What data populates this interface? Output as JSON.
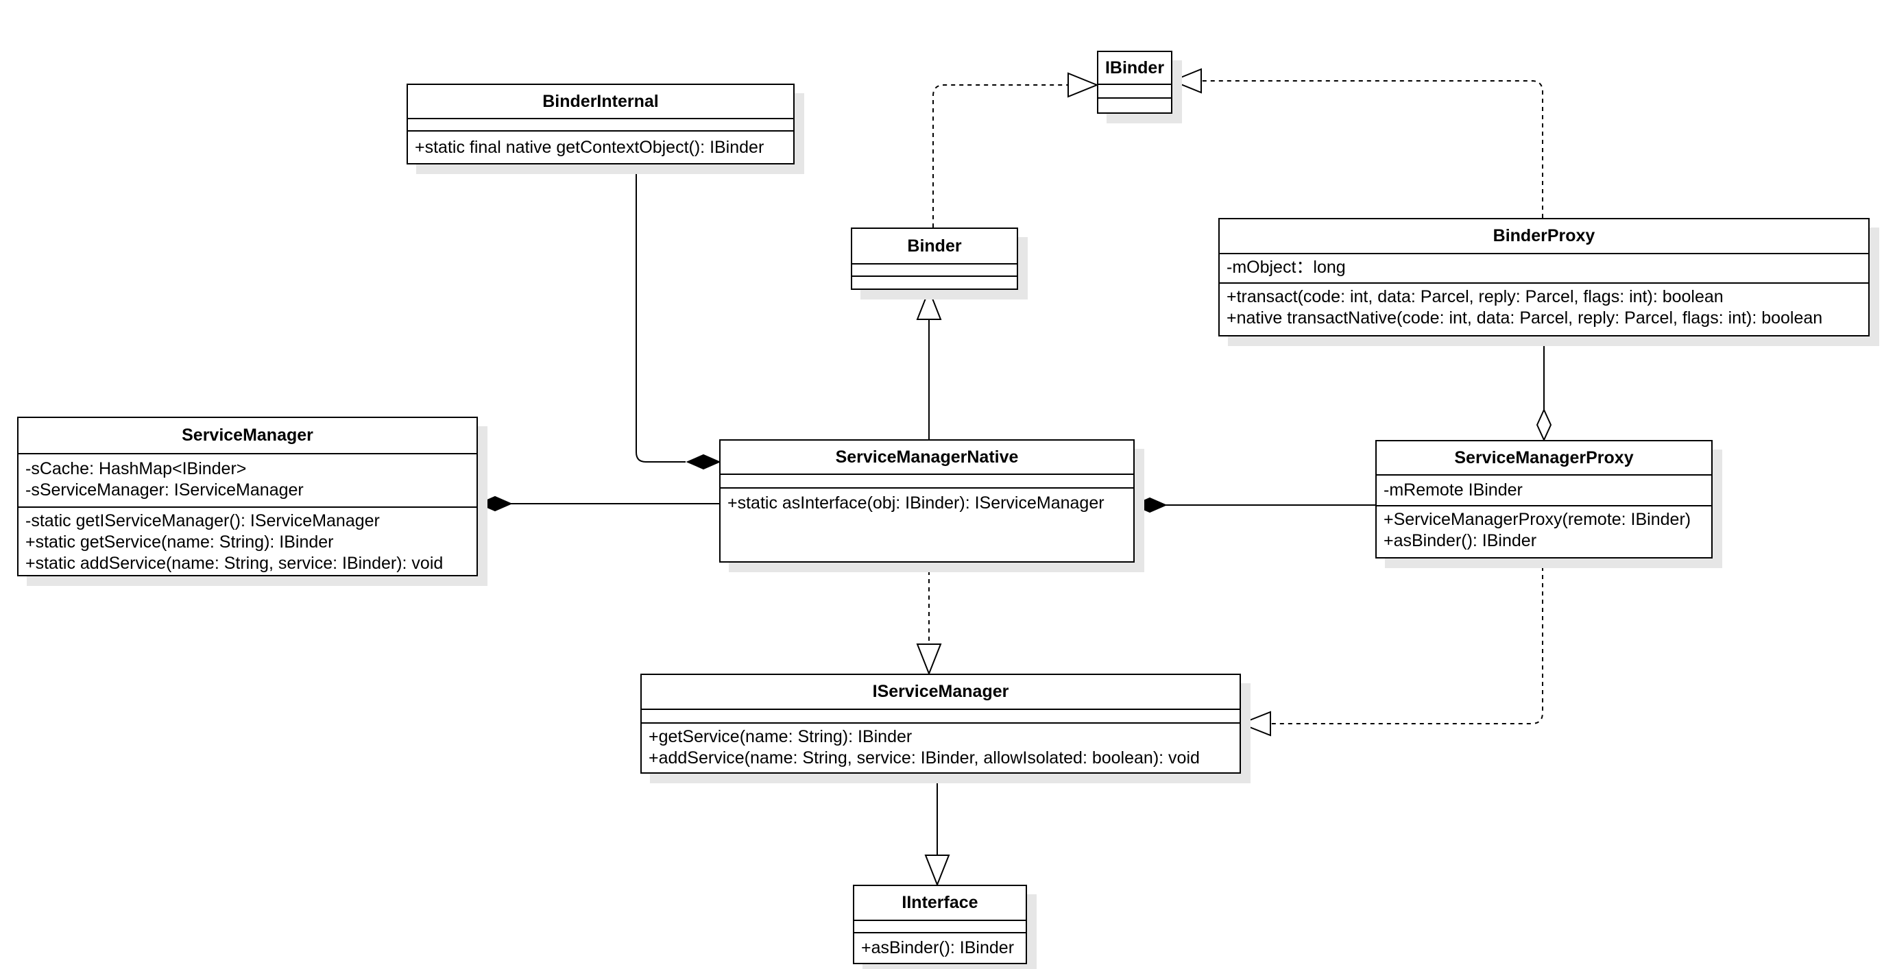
{
  "classes": {
    "ibinder": {
      "name": "IBinder",
      "attributes": [],
      "methods": []
    },
    "binder_internal": {
      "name": "BinderInternal",
      "attributes": [],
      "methods": [
        "+static final native getContextObject(): IBinder"
      ]
    },
    "binder": {
      "name": "Binder",
      "attributes": [],
      "methods": []
    },
    "binder_proxy": {
      "name": "BinderProxy",
      "attributes": [
        "-mObject：long"
      ],
      "methods": [
        "+transact(code: int, data: Parcel, reply: Parcel, flags: int): boolean",
        "+native transactNative(code: int, data: Parcel, reply: Parcel, flags: int): boolean"
      ]
    },
    "service_manager": {
      "name": "ServiceManager",
      "attributes": [
        "-sCache: HashMap<IBinder>",
        "-sServiceManager: IServiceManager"
      ],
      "methods": [
        "-static getIServiceManager(): IServiceManager",
        "+static getService(name: String): IBinder",
        "+static addService(name: String, service: IBinder): void"
      ]
    },
    "service_manager_native": {
      "name": "ServiceManagerNative",
      "attributes": [],
      "methods": [
        "+static asInterface(obj: IBinder): IServiceManager"
      ]
    },
    "service_manager_proxy": {
      "name": "ServiceManagerProxy",
      "attributes": [
        "-mRemote IBinder"
      ],
      "methods": [
        "+ServiceManagerProxy(remote: IBinder)",
        "+asBinder(): IBinder"
      ]
    },
    "iservice_manager": {
      "name": "IServiceManager",
      "attributes": [],
      "methods": [
        "+getService(name: String): IBinder",
        "+addService(name: String, service: IBinder, allowIsolated: boolean): void"
      ]
    },
    "iinterface": {
      "name": "IInterface",
      "attributes": [],
      "methods": [
        "+asBinder(): IBinder"
      ]
    }
  },
  "relationships": [
    {
      "from": "binder",
      "to": "ibinder",
      "type": "realization"
    },
    {
      "from": "binder_proxy",
      "to": "ibinder",
      "type": "realization"
    },
    {
      "from": "service_manager_native",
      "to": "binder",
      "type": "inheritance"
    },
    {
      "from": "binder_internal",
      "to": "service_manager_native",
      "type": "composition"
    },
    {
      "from": "service_manager_native",
      "to": "service_manager",
      "type": "composition"
    },
    {
      "from": "service_manager_proxy",
      "to": "service_manager_native",
      "type": "composition"
    },
    {
      "from": "binder_proxy",
      "to": "service_manager_proxy",
      "type": "aggregation"
    },
    {
      "from": "service_manager_native",
      "to": "iservice_manager",
      "type": "realization"
    },
    {
      "from": "service_manager_proxy",
      "to": "iservice_manager",
      "type": "realization"
    },
    {
      "from": "iservice_manager",
      "to": "iinterface",
      "type": "inheritance"
    }
  ]
}
